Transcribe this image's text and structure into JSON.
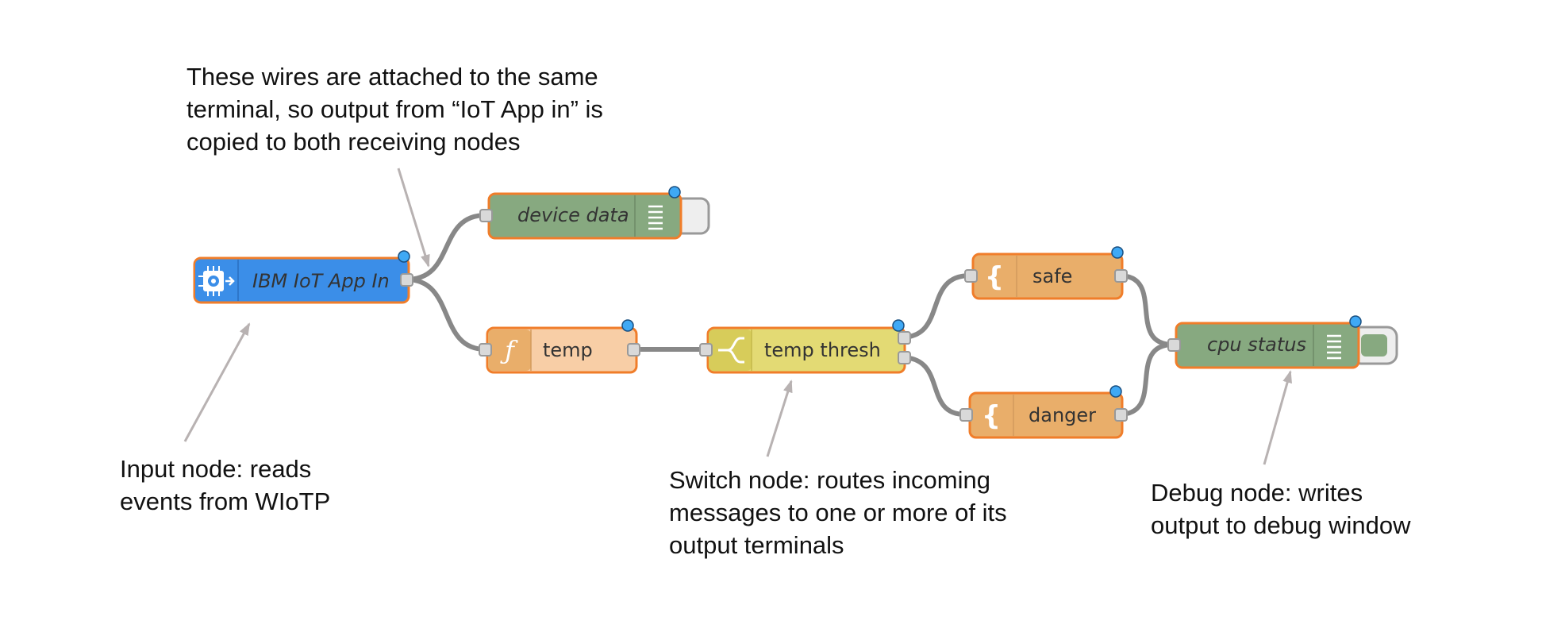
{
  "annotations": {
    "wires": "These wires are attached to the same\nterminal, so output from “IoT App in” is\ncopied to both receiving nodes",
    "input": "Input node: reads\nevents from WIoTP",
    "switch": "Switch node: routes incoming\nmessages to one or more of its\noutput terminals",
    "debug": "Debug node: writes\noutput to debug window"
  },
  "nodes": {
    "ibm_iot_in": {
      "label": "IBM IoT App In",
      "type": "input",
      "color": "#3b8ee8",
      "icon": "iot-chip-icon"
    },
    "device_data": {
      "label": "device data",
      "type": "debug",
      "color": "#87a980",
      "icon": "debug-list-icon"
    },
    "temp": {
      "label": "temp",
      "type": "function",
      "color": "#f8cea6",
      "icon": "function-icon"
    },
    "temp_thresh": {
      "label": "temp thresh",
      "type": "switch",
      "color": "#e3da74",
      "icon": "switch-icon"
    },
    "safe": {
      "label": "safe",
      "type": "template",
      "color": "#e9ae6a",
      "icon": "template-brace-icon"
    },
    "danger": {
      "label": "danger",
      "type": "template",
      "color": "#e9ae6a",
      "icon": "template-brace-icon"
    },
    "cpu_status": {
      "label": "cpu status",
      "type": "debug",
      "color": "#87a980",
      "icon": "debug-list-icon"
    }
  },
  "colors": {
    "node_border": "#f07d2a",
    "wire": "#888888",
    "port": "#d9d9d9",
    "changed_badge": "#3fa9f5",
    "pointer_arrow": "#b8b2b2"
  }
}
